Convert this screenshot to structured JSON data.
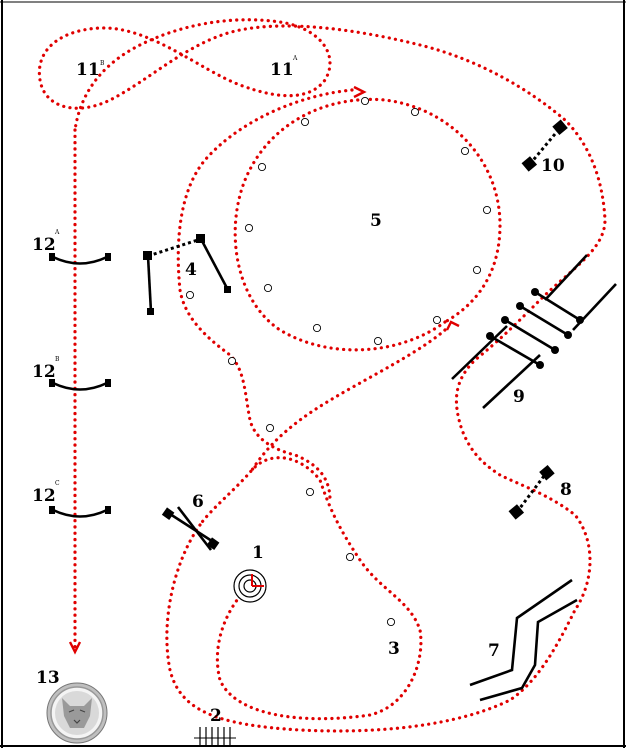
{
  "stations": [
    {
      "id": "1",
      "label": "1",
      "sup": ""
    },
    {
      "id": "2",
      "label": "2",
      "sup": ""
    },
    {
      "id": "3",
      "label": "3",
      "sup": ""
    },
    {
      "id": "4",
      "label": "4",
      "sup": ""
    },
    {
      "id": "5",
      "label": "5",
      "sup": ""
    },
    {
      "id": "6",
      "label": "6",
      "sup": ""
    },
    {
      "id": "7",
      "label": "7",
      "sup": ""
    },
    {
      "id": "8",
      "label": "8",
      "sup": ""
    },
    {
      "id": "9",
      "label": "9",
      "sup": ""
    },
    {
      "id": "10",
      "label": "10",
      "sup": ""
    },
    {
      "id": "11b",
      "label": "11",
      "sup": "B"
    },
    {
      "id": "11a",
      "label": "11",
      "sup": "A"
    },
    {
      "id": "12a",
      "label": "12",
      "sup": "A"
    },
    {
      "id": "12b",
      "label": "12",
      "sup": "B"
    },
    {
      "id": "12c",
      "label": "12",
      "sup": "C"
    },
    {
      "id": "13",
      "label": "13",
      "sup": ""
    }
  ],
  "colors": {
    "route": "#e00000",
    "obstacle": "#000000",
    "background": "#ffffff"
  },
  "icons": [
    "finish-medallion-icon",
    "start-target-icon"
  ]
}
